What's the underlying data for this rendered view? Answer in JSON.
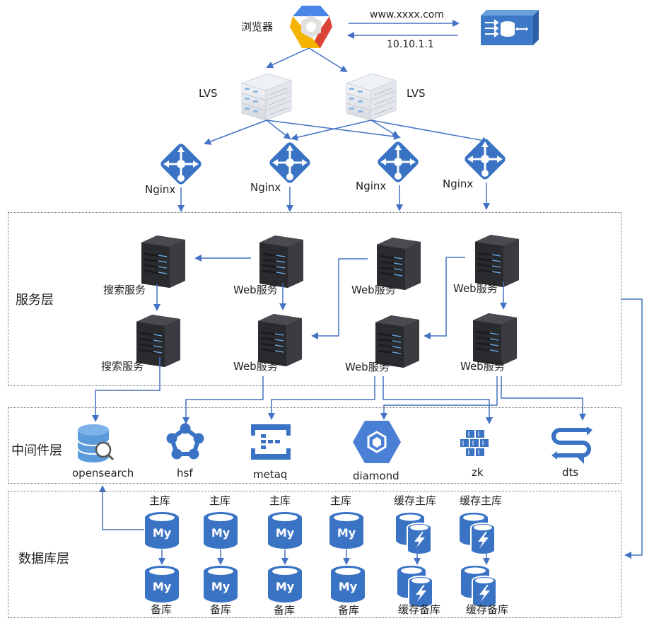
{
  "title": "网站分层架构图",
  "colors": {
    "accent_blue": "#3a73c4",
    "arrow_blue": "#4472c4",
    "server_dark": "#3a3b3f",
    "layer_border": "#6b6f78"
  },
  "top": {
    "browser_label": "浏览器",
    "dns_request": "www.xxxx.com",
    "dns_response": "10.10.1.1",
    "browser_icon": "chrome-hexagon-icon",
    "dns_icon": "dns-server-icon"
  },
  "lvs": [
    {
      "label": "LVS",
      "icon": "server-rack-icon"
    },
    {
      "label": "LVS",
      "icon": "server-rack-icon"
    }
  ],
  "nginx": [
    {
      "label": "Nginx",
      "icon": "load-balancer-icon"
    },
    {
      "label": "Nginx",
      "icon": "load-balancer-icon"
    },
    {
      "label": "Nginx",
      "icon": "load-balancer-icon"
    },
    {
      "label": "Nginx",
      "icon": "load-balancer-icon"
    }
  ],
  "layers": {
    "service": {
      "title": "服务层",
      "servers_top": [
        "搜索服务",
        "Web服务",
        "Web服务",
        "Web服务"
      ],
      "servers_bottom": [
        "搜索服务",
        "Web服务",
        "Web服务",
        "Web服务"
      ]
    },
    "middleware": {
      "title": "中间件层",
      "items": [
        {
          "label": "opensearch",
          "icon": "database-search-icon"
        },
        {
          "label": "hsf",
          "icon": "network-ring-icon"
        },
        {
          "label": "metaq",
          "icon": "message-queue-icon"
        },
        {
          "label": "diamond",
          "icon": "hexagon-cube-icon"
        },
        {
          "label": "zk",
          "icon": "cluster-icon"
        },
        {
          "label": "dts",
          "icon": "sync-chat-icon"
        }
      ]
    },
    "database": {
      "title": "数据库层",
      "primary": [
        "主库",
        "主库",
        "主库",
        "主库",
        "缓存主库",
        "缓存主库"
      ],
      "backup": [
        "备库",
        "备库",
        "备库",
        "备库",
        "缓存备库",
        "缓存备库"
      ],
      "mysql_badge": "My"
    }
  }
}
